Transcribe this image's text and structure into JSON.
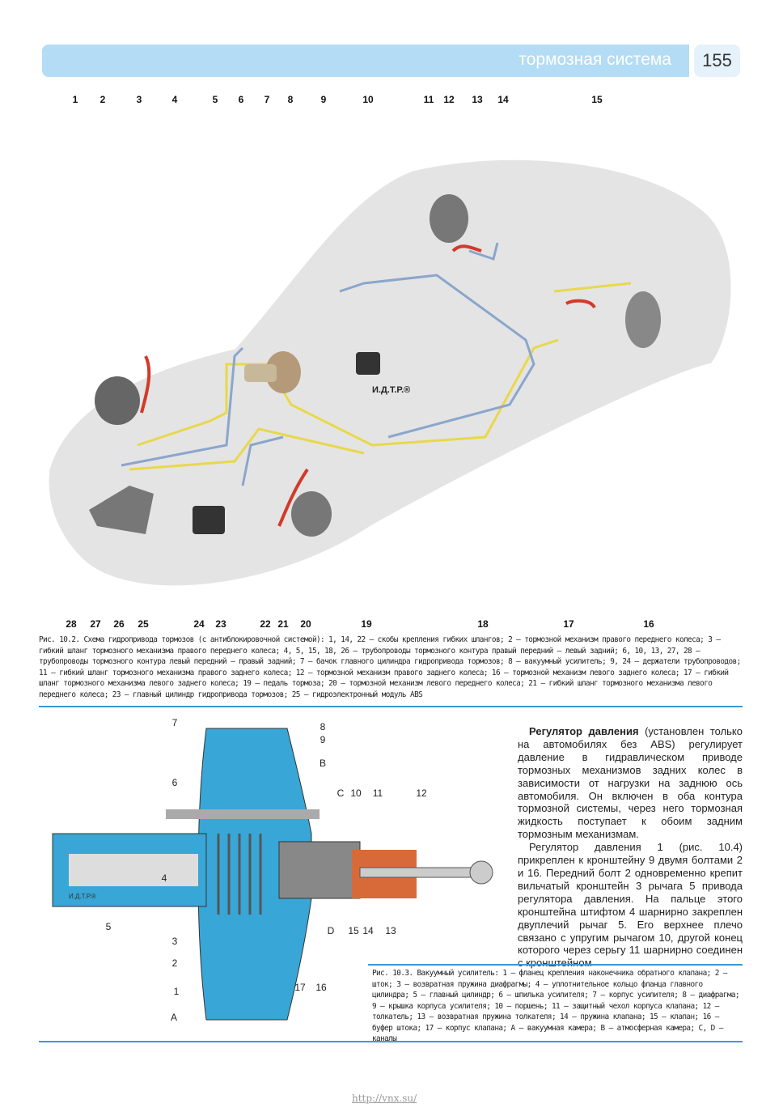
{
  "header": {
    "section_title": "тормозная система",
    "page_number": "155"
  },
  "figure1": {
    "callouts_top": [
      "1",
      "2",
      "3",
      "4",
      "5",
      "6",
      "7",
      "8",
      "9",
      "10",
      "11",
      "12",
      "13",
      "14",
      "15"
    ],
    "callouts_bottom": [
      "28",
      "27",
      "26",
      "25",
      "24",
      "23",
      "22",
      "21",
      "20",
      "19",
      "18",
      "17",
      "16"
    ],
    "watermark": "И.Д.Т.Р.®",
    "caption": "Рис. 10.2. Схема гидропривода тормозов (с антиблокировочной системой): 1, 14, 22 – скобы крепления гибких шлангов; 2 – тормозной механизм правого переднего колеса; 3 – гибкий шланг тормозного механизма правого переднего колеса; 4, 5, 15, 18, 26 – трубопроводы тормозного контура правый передний – левый задний; 6, 10, 13, 27, 28 – трубопроводы тормозного контура левый передний – правый задний; 7 – бачок главного цилиндра гидропривода тормозов; 8 – вакуумный усилитель; 9, 24 – держатели трубопроводов; 11 – гибкий шланг тормозного механизма правого заднего колеса; 12 – тормозной механизм правого заднего колеса; 16 – тормозной механизм левого заднего колеса; 17 – гибкий шланг тормозного механизма левого заднего колеса; 19 – педаль тормоза; 20 – тормозной механизм левого переднего колеса; 21 – гибкий шланг тормозного механизма левого переднего колеса; 23 – главный цилиндр гидропривода тормозов; 25 – гидроэлектронный модуль ABS"
  },
  "figure2": {
    "labels": [
      "7",
      "6",
      "4",
      "5",
      "3",
      "2",
      "1",
      "A",
      "8",
      "9",
      "B",
      "C",
      "10",
      "11",
      "12",
      "D",
      "15",
      "14",
      "13",
      "17",
      "16"
    ],
    "watermark": "И.Д.Т.Р.®",
    "caption": "Рис. 10.3. Вакуумный усилитель: 1 – фланец крепления наконечника обратного клапана; 2 – шток; 3 – возвратная пружина диафрагмы; 4 – уплотнительное кольцо фланца главного цилиндра; 5 – главный цилиндр; 6 – шпилька усилителя; 7 – корпус усилителя; 8 – диафрагма; 9 – крышка корпуса усилителя; 10 – поршень; 11 – защитный чехол корпуса клапана; 12 – толкатель; 13 – возвратная пружина толкателя; 14 – пружина клапана; 15 – клапан; 16 – буфер штока; 17 – корпус клапана; A – вакуумная камера; B – атмосферная камера; C, D – каналы"
  },
  "text": {
    "p1_bold": "Регулятор давления",
    "p1": " (установлен только на автомобилях без ABS) регулирует давление в гидравлическом приводе тормозных механизмов задних колес в зависимости от нагрузки на заднюю ось автомобиля. Он включен в оба контура тормозной системы, через него тормозная жидкость поступает к обоим задним тормозным механизмам.",
    "p2": "Регулятор давления 1 (рис. 10.4) прикреплен к кронштейну 9 двумя болтами 2 и 16. Передний болт 2 одновременно крепит вильчатый кронштейн 3 рычага 5 привода регулятора давления. На пальце этого кронштейна штифтом 4 шарнирно закреплен двуплечий рычаг 5. Его верхнее плечо связано с упругим рычагом 10, другой конец которого через серьгу 11 шарнирно соединен с кронштейном"
  },
  "footer": {
    "url": "http://vnx.su/"
  },
  "colors": {
    "accent": "#3a9ad6",
    "header_bg": "#b4dcf4",
    "car_body": "#e4e4e4",
    "pipe_yellow": "#e8d84a",
    "pipe_blue": "#8aa6cc",
    "hose_red": "#d23a2a"
  }
}
